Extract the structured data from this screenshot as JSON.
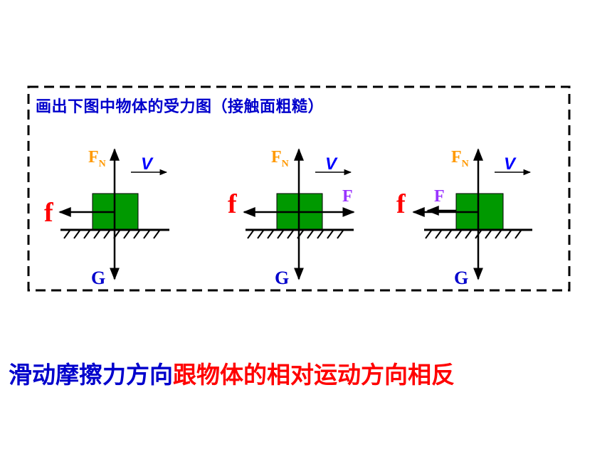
{
  "title": "画出下图中物体的受力图（接触面粗糙）",
  "diagrams": [
    {
      "normal_label": "F",
      "normal_sub": "N",
      "velocity_label": "V",
      "friction_label": "f",
      "applied_label": "",
      "gravity_label": "G"
    },
    {
      "normal_label": "F",
      "normal_sub": "N",
      "velocity_label": "V",
      "friction_label": "f",
      "applied_label": "F",
      "gravity_label": "G"
    },
    {
      "normal_label": "F",
      "normal_sub": "N",
      "velocity_label": "V",
      "friction_label": "f",
      "applied_label": "F",
      "gravity_label": "G"
    }
  ],
  "conclusion": {
    "part1": "滑动摩擦力方向",
    "part2": "跟物体的相对运动方向相反"
  },
  "colors": {
    "title": "#0000cc",
    "block": "#009900",
    "normal_force": "#ff9900",
    "friction": "#ff0000",
    "applied": "#9933ff",
    "velocity": "#0000ff",
    "gravity": "#0000cc",
    "conclusion_blue": "#0000cc",
    "conclusion_red": "#ff0000"
  }
}
